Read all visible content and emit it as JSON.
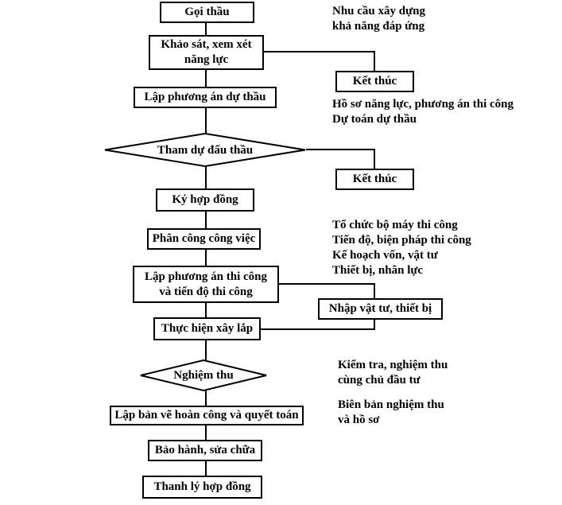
{
  "diagram": {
    "title": "Quy trinh to chuc thi cong xay dung",
    "type": "flowchart",
    "stroke_color": "#000000",
    "background_color": "#ffffff"
  },
  "nodes": {
    "goi_thau": {
      "label": "Gọi thầu",
      "shape": "process"
    },
    "khao_sat": {
      "label": "Khảo sát, xem xét\nnăng lực",
      "shape": "process"
    },
    "lap_phuong_an_du_thau": {
      "label": "Lập phương án dự thầu",
      "shape": "process"
    },
    "tham_du_dau_thau": {
      "label": "Tham dự đấu thầu",
      "shape": "decision"
    },
    "ket_thuc_1": {
      "label": "Kết thúc",
      "shape": "terminator"
    },
    "ket_thuc_2": {
      "label": "Kết thúc",
      "shape": "terminator"
    },
    "ky_hop_dong": {
      "label": "Ký hợp đồng",
      "shape": "process"
    },
    "phan_cong_cong_viec": {
      "label": "Phân công công việc",
      "shape": "process"
    },
    "lap_phuong_an_thi_cong": {
      "label": "Lập phương án thi công\nvà tiến độ thi công",
      "shape": "process"
    },
    "nhap_vat_tu": {
      "label": "Nhập vật tư, thiết bị",
      "shape": "process"
    },
    "thuc_hien_xay_lap": {
      "label": "Thực hiện xây lắp",
      "shape": "process"
    },
    "nghiem_thu": {
      "label": "Nghiệm thu",
      "shape": "decision"
    },
    "lap_ban_ve_hoan_cong": {
      "label": "Lập bản vẽ hoàn công và quyết toán",
      "shape": "process"
    },
    "bao_hanh_sua_chua": {
      "label": "Bảo hành, sửa chữa",
      "shape": "process"
    },
    "thanh_ly_hop_dong": {
      "label": "Thanh lý hợp đồng",
      "shape": "process"
    }
  },
  "notes": {
    "note_nhu_cau": "Nhu cầu xây dựng\nkhả năng đáp ứng",
    "note_ho_so": "Hồ sơ năng lực, phương án thi công\nDự toán dự thầu",
    "note_to_chuc": "Tổ chức bộ máy thi công\nTiến độ, biện pháp thi công\nKế hoạch vốn, vật tư\nThiết bị, nhân lực",
    "note_kiem_tra": "Kiểm tra, nghiệm thu\ncùng chủ đầu tư",
    "note_bien_ban": "Biên bản nghiệm thu\nvà hồ sơ"
  }
}
